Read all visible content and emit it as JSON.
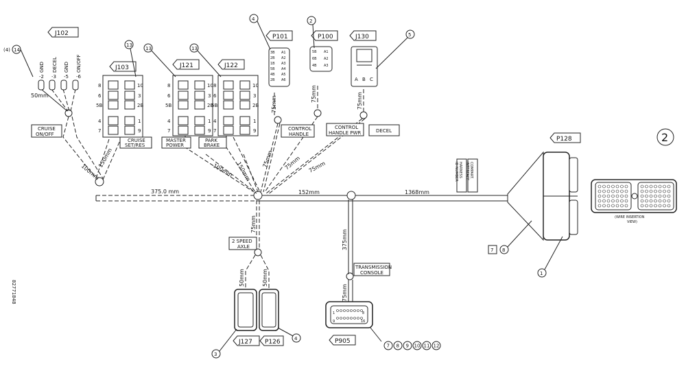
{
  "sheet_number": "2",
  "side_code": "82771848",
  "connectors": {
    "j102": "J102",
    "j103": "J103",
    "j121": "J121",
    "j122": "J122",
    "p101": "P101",
    "p100": "P100",
    "j130": "J130",
    "p128": "P128",
    "j127": "J127",
    "p126": "P126",
    "p905": "P905"
  },
  "j102_pins": [
    {
      "name": "GND",
      "num": "-2"
    },
    {
      "name": "DECEL",
      "num": "-3"
    },
    {
      "name": "GND",
      "num": "-5"
    },
    {
      "name": "ON/OFF",
      "num": "-6"
    }
  ],
  "j103_pins": {
    "left": [
      "8",
      "6",
      "5B",
      "4",
      "7"
    ],
    "right": [
      "10",
      "3",
      "2B",
      "1",
      "9"
    ]
  },
  "j121_pins": {
    "left": [
      "8",
      "6",
      "5B",
      "4",
      "7"
    ],
    "right": [
      "10",
      "3",
      "2B",
      "1",
      "9"
    ]
  },
  "j122_pins": {
    "left": [
      "8",
      "6",
      "5B",
      "4",
      "7"
    ],
    "right": [
      "10",
      "3",
      "2B",
      "1",
      "9"
    ]
  },
  "p101_pins": {
    "left": [
      "3B",
      "2B",
      "1B",
      "5B",
      "4B",
      "2B"
    ],
    "right": [
      "A1",
      "A2",
      "A3",
      "A4",
      "A5",
      "A6"
    ]
  },
  "p100_pins": {
    "left": [
      "5B",
      "6B",
      "4B"
    ],
    "right": [
      "A1",
      "A2",
      "A3"
    ]
  },
  "j130_pins": [
    "A",
    "B",
    "C"
  ],
  "callouts": {
    "c14": "14",
    "c4_paren": "(4)",
    "c13a": "13",
    "c13b": "13",
    "c13c": "13",
    "c4_top": "4",
    "c2": "2",
    "c5": "5",
    "c7a": "7",
    "c8a": "8",
    "c1": "1",
    "c3": "3",
    "c4_bot": "4",
    "p905_list": [
      "7",
      "8",
      "9",
      "10",
      "11",
      "12"
    ]
  },
  "labels": {
    "cruise_onoff": "CRUISE\nON/OFF",
    "cruise_setres": "CRUISE\nSET/RES",
    "master_power": "MASTER\nPOWER",
    "park_brake": "PARK\nBRAKE",
    "control_handle": "CONTROL\nHANDLE",
    "control_handle_pwr": "CONTROL\nHANDLE PWR",
    "decel": "DECEL",
    "speed_axle": "2 SPEED\nAXLE",
    "transmission_console": "TRANSMISSION\nCONSOLE",
    "harness_id": "HARNESS\nID NUMBER",
    "compart_iface": "COMPART.\nINTERFACE",
    "wire_insertion": "(WIRE INSERTION\nVIEW)"
  },
  "dims": {
    "d50_j102": "50mm",
    "d100_a": "100mm",
    "d150_a": "150mm",
    "d375": "375.0 mm",
    "d100_b": "100mm",
    "d150_b": "150mm",
    "d75_a": "75mm",
    "d75_b": "75mm",
    "d75_c": "75mm",
    "d75_p101": "75mm",
    "d75_p100": "75mm",
    "d75_j130": "75mm",
    "d152": "152mm",
    "d1368": "1368mm",
    "d75_axle": "75mm",
    "d50_j127": "50mm",
    "d50_p126": "50mm",
    "d375_tc": "375mm",
    "d75_p905": "75mm"
  },
  "p905_pins": {
    "top_left": "1",
    "top_right": "8",
    "bot_left": "9",
    "bot_right": "16"
  }
}
